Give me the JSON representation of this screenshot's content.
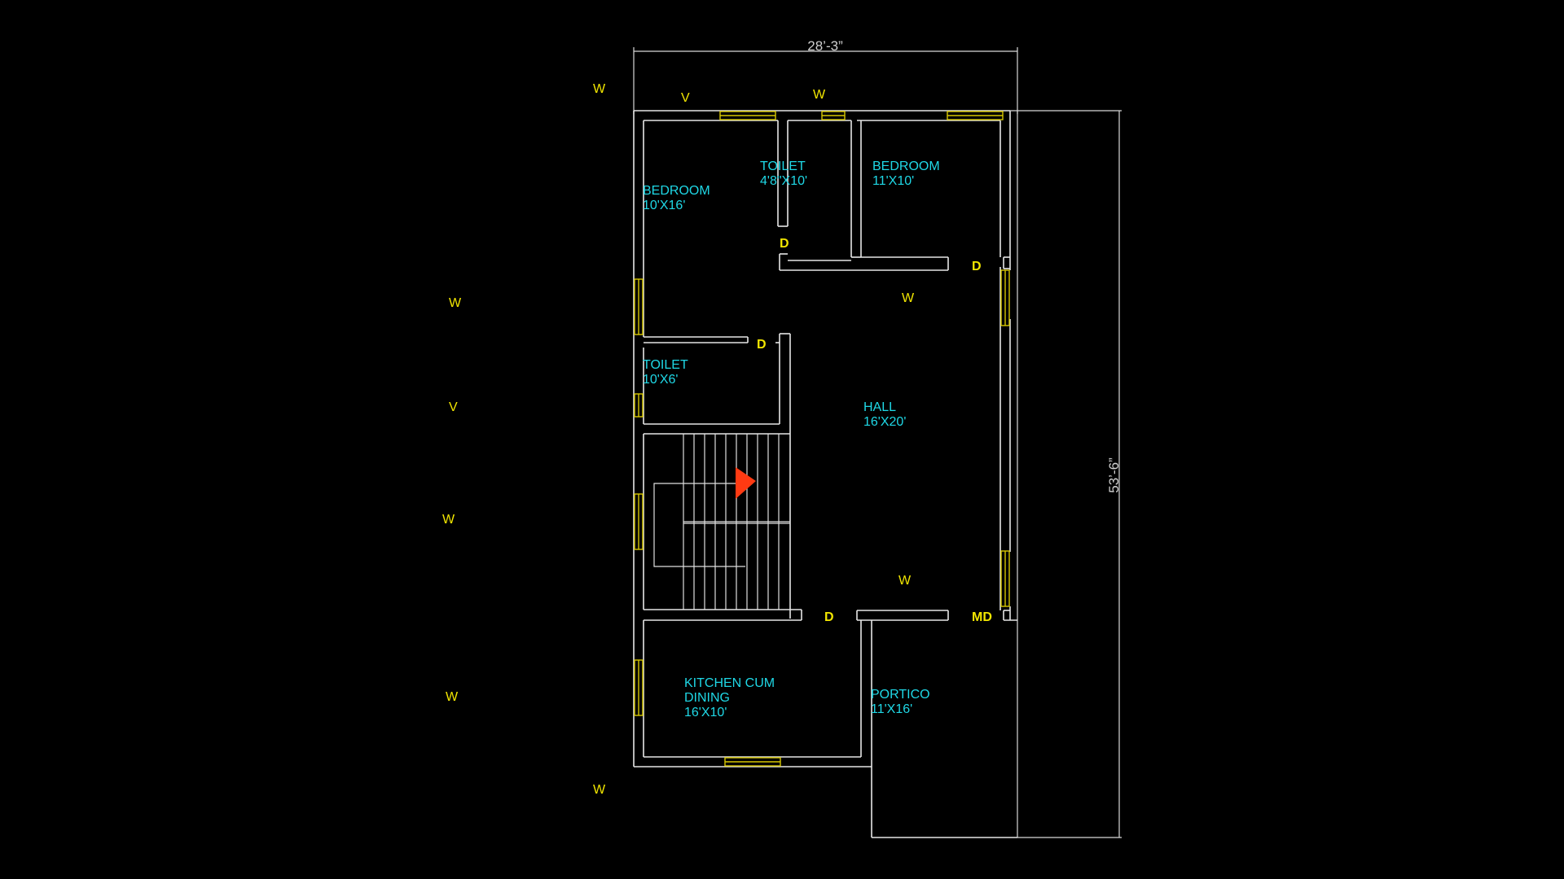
{
  "colors": {
    "background": "#000000",
    "room_labels": "#1fd8e6",
    "markers": "#f2e600",
    "walls": "#e6e6e6",
    "arrow": "#ff3a12"
  },
  "dimensions": {
    "width": "28’-3”",
    "length": "53’-6”"
  },
  "rooms": {
    "bedroom_left": {
      "name": "BEDROOM",
      "size": "10'X16'"
    },
    "toilet_top": {
      "name": "TOILET",
      "size": "4'8\"X10'"
    },
    "bedroom_right": {
      "name": "BEDROOM",
      "size": "11'X10'"
    },
    "toilet_left": {
      "name": "TOILET",
      "size": "10'X6'"
    },
    "hall": {
      "name": "HALL",
      "size": "16'X20'"
    },
    "kitchen": {
      "line1": "KITCHEN CUM",
      "line2": "DINING",
      "size": "16'X10'"
    },
    "portico": {
      "name": "PORTICO",
      "size": "11'X16'"
    }
  },
  "markers": {
    "w1": "W",
    "v1": "V",
    "w2": "W",
    "w3": "W",
    "w4": "W",
    "v2": "V",
    "w5": "W",
    "w6": "W",
    "w7": "W",
    "w8": "W",
    "d1": "D",
    "d2": "D",
    "d3": "D",
    "d4": "D",
    "md": "MD"
  },
  "icons": {
    "stair_arrow": "triangle-arrow-icon"
  }
}
